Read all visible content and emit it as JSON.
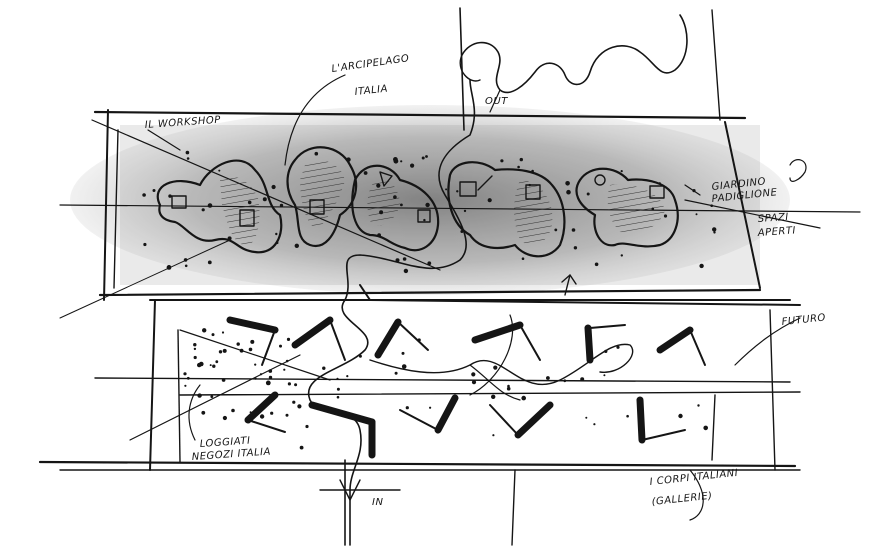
{
  "annotations": {
    "top_arcipelago": "L'ARCIPELAGO",
    "top_italia": "ITALIA",
    "workshop": "IL WORKSHOP",
    "out": "OUT",
    "giardino": "GIARDINO",
    "giardino2": "PADIGLIONE",
    "cerchi": "SPAZI",
    "cerchi2": "APERTI",
    "futuro": "FUTURO",
    "bottom_left1": "LOGGIATI",
    "bottom_left2": "NEGOZI ITALIA",
    "bottom_right1": "I CORPI ITALIANI",
    "bottom_right2": "(GALLERIE)",
    "bottom_center": "IN"
  }
}
